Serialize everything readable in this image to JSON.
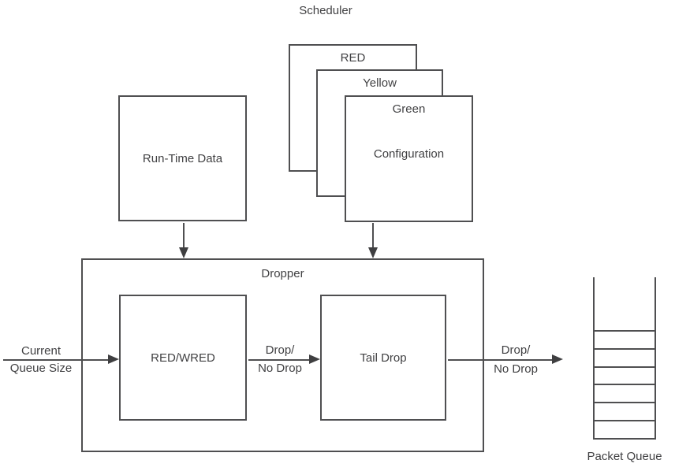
{
  "scheduler": {
    "label": "Scheduler"
  },
  "planes": {
    "red": "RED",
    "yellow": "Yellow",
    "green": "Green",
    "configuration": "Configuration"
  },
  "runtime": {
    "label": "Run-Time Data"
  },
  "dropper": {
    "label": "Dropper",
    "red_wred": "RED/WRED",
    "tail_drop": "Tail Drop"
  },
  "arrows": {
    "current_queue": {
      "line1": "Current",
      "line2": "Queue Size"
    },
    "drop1": {
      "line1": "Drop/",
      "line2": "No Drop"
    },
    "drop2": {
      "line1": "Drop/",
      "line2": "No Drop"
    }
  },
  "packet_queue": {
    "label": "Packet Queue",
    "slots": 6
  },
  "colors": {
    "line": "#4f4f51",
    "text": "#414143",
    "background": "#ffffff"
  }
}
